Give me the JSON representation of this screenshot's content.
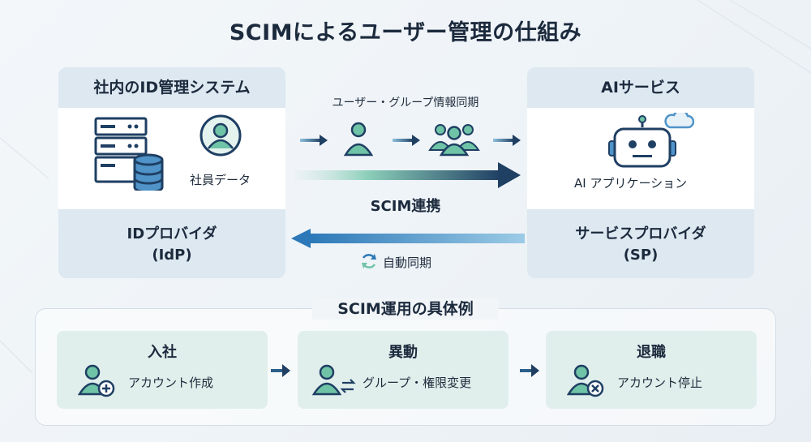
{
  "title": "SCIMによるユーザー管理の仕組み",
  "left_panel": {
    "header": "社内のID管理システム",
    "employee_label": "社員データ",
    "footer_line1": "IDプロバイダ",
    "footer_line2": "(IdP)"
  },
  "right_panel": {
    "header": "AIサービス",
    "app_label": "AI アプリケーション",
    "footer_line1": "サービスプロバイダ",
    "footer_line2": "(SP)"
  },
  "flow": {
    "sync_label": "ユーザー・グループ情報同期",
    "scim_label": "SCIM連携",
    "auto_sync_label": "自動同期"
  },
  "examples": {
    "title": "SCIM運用の具体例",
    "cards": [
      {
        "title": "入社",
        "text": "アカウント作成"
      },
      {
        "title": "異動",
        "text": "グループ・権限変更"
      },
      {
        "title": "退職",
        "text": "アカウント停止"
      }
    ]
  },
  "colors": {
    "navy": "#1f3f63",
    "teal": "#6fc3a6",
    "blue": "#2c78b8",
    "panel": "#dde8f1",
    "card": "#e0efec"
  }
}
